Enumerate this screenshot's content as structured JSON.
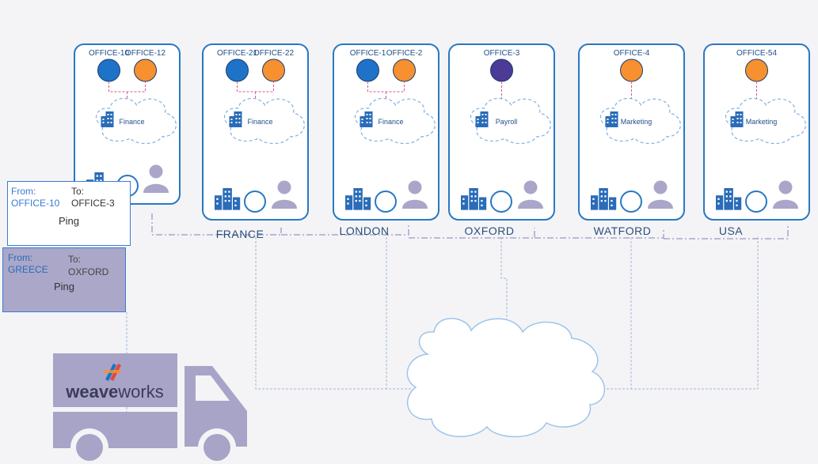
{
  "colors": {
    "node_border": "#2a78c2",
    "blue_pod": "#1e73c8",
    "orange_pod": "#f7902f",
    "purple_pod": "#4b3a96",
    "icon_blue": "#2a6cb8",
    "person": "#a9a6c9",
    "net_line": "#9b97c8",
    "truck": "#a7a4c8",
    "text_dark": "#333333"
  },
  "nodes": [
    {
      "label": "",
      "pods": [
        {
          "name": "OFFICE-10",
          "color": "blue"
        },
        {
          "name": "OFFICE-12",
          "color": "orange"
        }
      ],
      "cloud_label": "Finance"
    },
    {
      "label": "FRANCE",
      "pods": [
        {
          "name": "OFFICE-21",
          "color": "blue"
        },
        {
          "name": "OFFICE-22",
          "color": "orange"
        }
      ],
      "cloud_label": "Finance"
    },
    {
      "label": "LONDON",
      "pods": [
        {
          "name": "OFFICE-1",
          "color": "blue"
        },
        {
          "name": "OFFICE-2",
          "color": "orange"
        }
      ],
      "cloud_label": "Finance"
    },
    {
      "label": "OXFORD",
      "pods": [
        {
          "name": "OFFICE-3",
          "color": "purple"
        }
      ],
      "cloud_label": "Payroll"
    },
    {
      "label": "WATFORD",
      "pods": [
        {
          "name": "OFFICE-4",
          "color": "orange"
        }
      ],
      "cloud_label": "Marketing"
    },
    {
      "label": "USA",
      "pods": [
        {
          "name": "OFFICE-54",
          "color": "orange"
        }
      ],
      "cloud_label": "Marketing"
    }
  ],
  "packet_inner": {
    "from_label": "From:",
    "from_value": "OFFICE-10",
    "to_label": "To:",
    "to_value": "OFFICE-3",
    "payload": "Ping"
  },
  "packet_outer": {
    "from_label": "From:",
    "from_value": "GREECE",
    "to_label": "To:",
    "to_value": "OXFORD",
    "payload": "Ping"
  },
  "truck": {
    "brand_bold": "weave",
    "brand_light": "works"
  }
}
